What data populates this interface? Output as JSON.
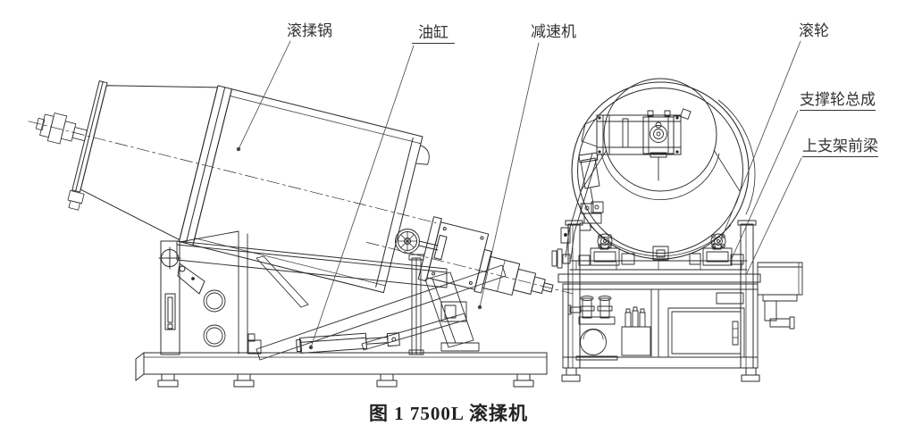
{
  "figure": {
    "type": "engineering-drawing",
    "caption": "图 1 7500L 滚揉机",
    "labels": [
      {
        "id": "tumbling-drum",
        "text": "滚揉锅",
        "underlined": false
      },
      {
        "id": "hydraulic-cylinder",
        "text": "油缸",
        "underlined": true
      },
      {
        "id": "reducer",
        "text": "减速机",
        "underlined": false
      },
      {
        "id": "roller",
        "text": "滚轮",
        "underlined": false
      },
      {
        "id": "support-wheel-assembly",
        "text": "支撑轮总成",
        "underlined": true
      },
      {
        "id": "upper-bracket-front-beam",
        "text": "上支架前梁",
        "underlined": true
      }
    ],
    "colors": {
      "line": "#2b2b2b",
      "leader": "#444444",
      "text": "#333333",
      "background": "#ffffff"
    }
  }
}
